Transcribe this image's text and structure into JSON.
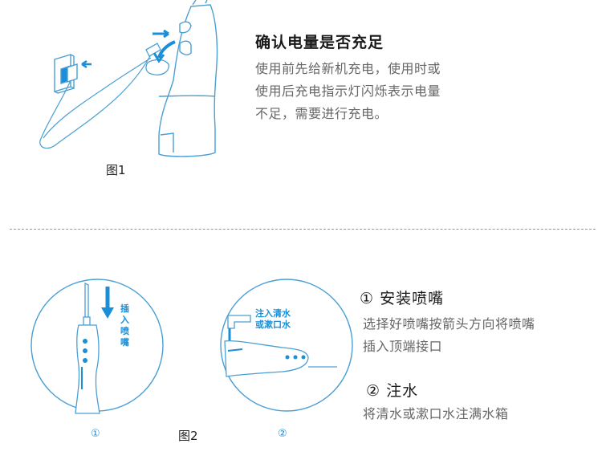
{
  "section1": {
    "title": "确认电量是否充足",
    "lines": [
      "使用前先给新机充电，使用时或",
      "使用后充电指示灯闪烁表示电量",
      "不足，需要进行充电。"
    ],
    "figure_label": "图1"
  },
  "section2": {
    "figure_label": "图2",
    "circle1": {
      "label_lines": [
        "插",
        "入",
        "喷",
        "嘴"
      ],
      "number": "①"
    },
    "circle2": {
      "label_lines": [
        "注入清水",
        "或漱口水"
      ],
      "number": "②"
    },
    "step1": {
      "title": "① 安装喷嘴",
      "lines": [
        "选择好喷嘴按箭头方向将喷嘴",
        "插入顶端接口"
      ]
    },
    "step2": {
      "title": "② 注水",
      "lines": [
        "将清水或漱口水注满水箱"
      ]
    }
  },
  "colors": {
    "accent": "#1a8fd8",
    "outline": "#4a9fd4",
    "divider": "#5aa6d6"
  }
}
